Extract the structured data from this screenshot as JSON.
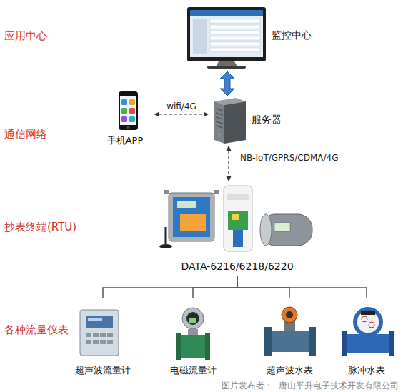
{
  "diagram": {
    "nodes": [
      {
        "text": [
          "监控中心"
        ]
      },
      {
        "text": [
          "手机APP"
        ]
      },
      {
        "text": [
          "服务器"
        ]
      },
      {
        "text": [
          "DATA-6216/6218/6220"
        ]
      },
      {
        "text": [
          "超声波流量计"
        ]
      },
      {
        "text": [
          "电磁流量计"
        ]
      },
      {
        "text": [
          "超声波水表"
        ]
      },
      {
        "text": [
          "脉冲水表"
        ]
      }
    ],
    "edges": [
      {
        "from": 0,
        "to": 2,
        "arrow": "both"
      },
      {
        "from": 1,
        "to": 2,
        "label": "wifi/4G",
        "arrow": "both"
      },
      {
        "from": 2,
        "to": 3,
        "label": "NB-IoT/GPRS/CDMA/4G",
        "arrow": "both"
      },
      {
        "from": 3,
        "to": 4,
        "arrow": "none"
      },
      {
        "from": 3,
        "to": 5,
        "arrow": "none"
      },
      {
        "from": 3,
        "to": 6,
        "arrow": "none"
      },
      {
        "from": 3,
        "to": 7,
        "arrow": "none"
      }
    ],
    "labels": [
      "应用中心",
      "通信网络",
      "抄表终端(RTU)",
      "各种流量仪表",
      "图片发布者：  唐山平升电子技术开发有限公司"
    ]
  }
}
